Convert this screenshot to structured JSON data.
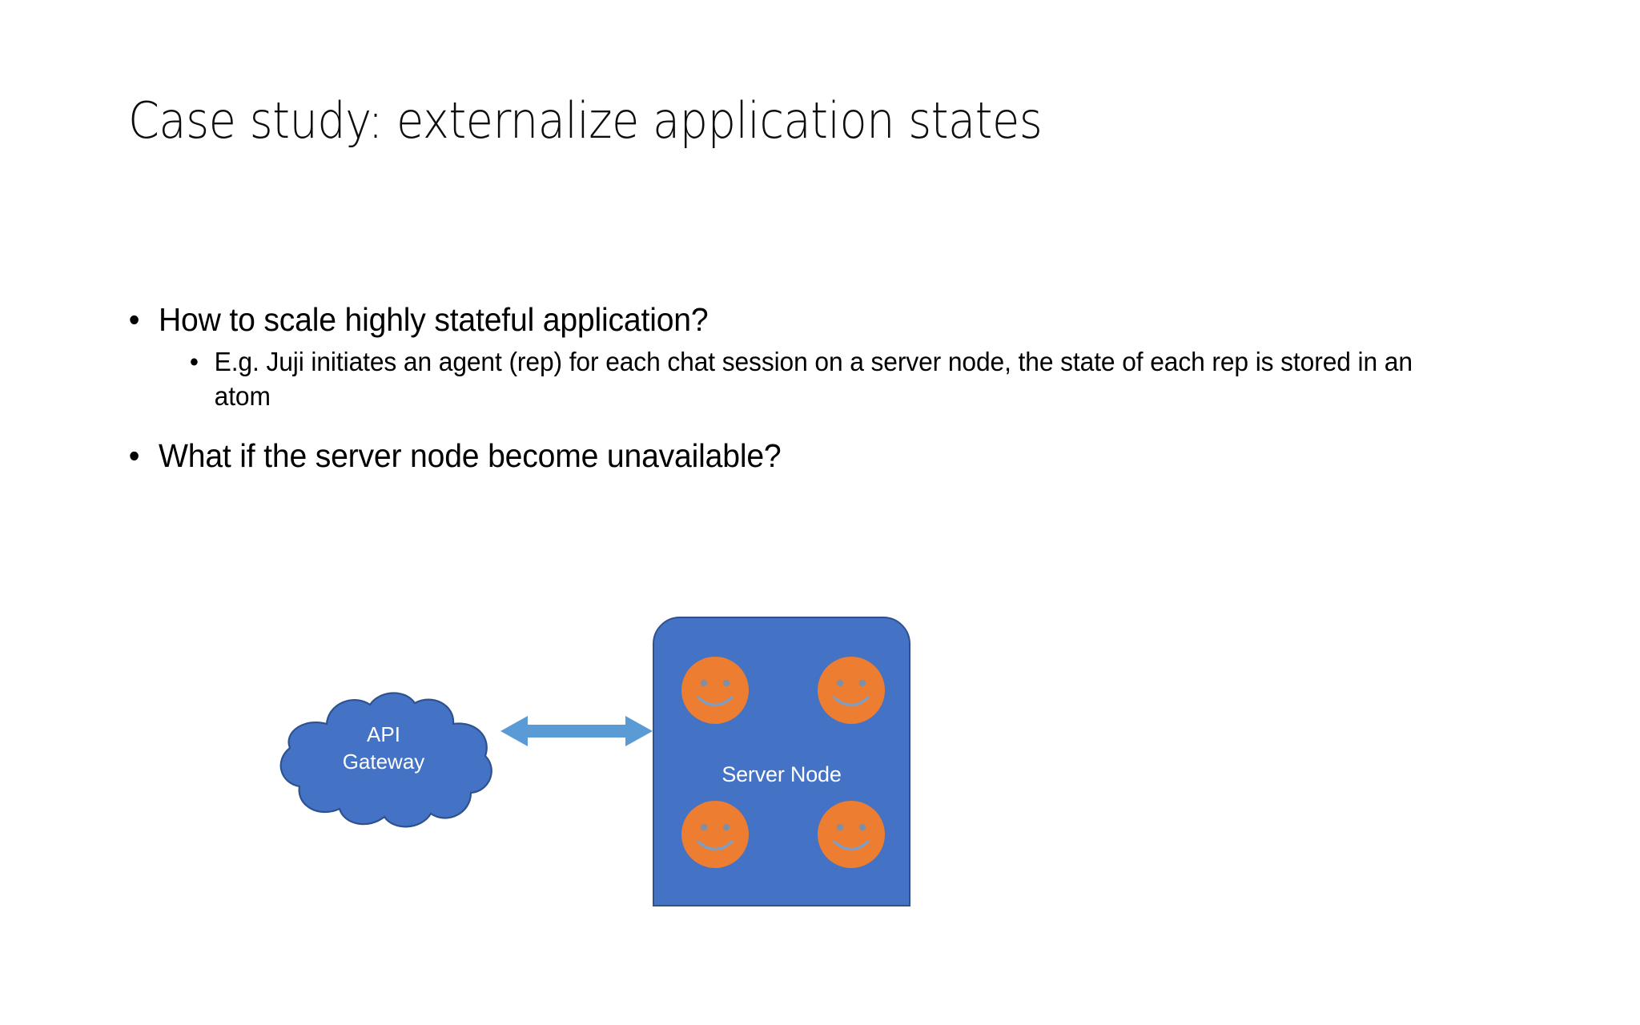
{
  "slide": {
    "title": "Case study: externalize application states",
    "bullets": [
      {
        "level": 1,
        "marker": "•",
        "text": "How to scale highly stateful application?"
      },
      {
        "level": 2,
        "marker": "•",
        "text": "E.g. Juji initiates an agent (rep) for each chat session on a server node, the state of each rep is stored in an atom"
      },
      {
        "level": 1,
        "marker": "•",
        "text": "What if the server node become unavailable?"
      }
    ]
  },
  "diagram": {
    "cloud": {
      "label_line1": "API",
      "label_line2": "Gateway",
      "fill": "#4472C4",
      "stroke": "#2F528F",
      "text_color": "#FFFFFF"
    },
    "connector": {
      "kind": "double-headed-arrow",
      "color": "#5B9BD5"
    },
    "server_node": {
      "label": "Server Node",
      "fill": "#4472C4",
      "stroke": "#2F528F",
      "text_color": "#FFFFFF",
      "agents": [
        {
          "name": "agent-top-left",
          "face": "smiley",
          "fill": "#ED7D31"
        },
        {
          "name": "agent-top-right",
          "face": "smiley",
          "fill": "#ED7D31"
        },
        {
          "name": "agent-bottom-left",
          "face": "smiley",
          "fill": "#ED7D31"
        },
        {
          "name": "agent-bottom-right",
          "face": "smiley",
          "fill": "#ED7D31"
        }
      ]
    }
  }
}
